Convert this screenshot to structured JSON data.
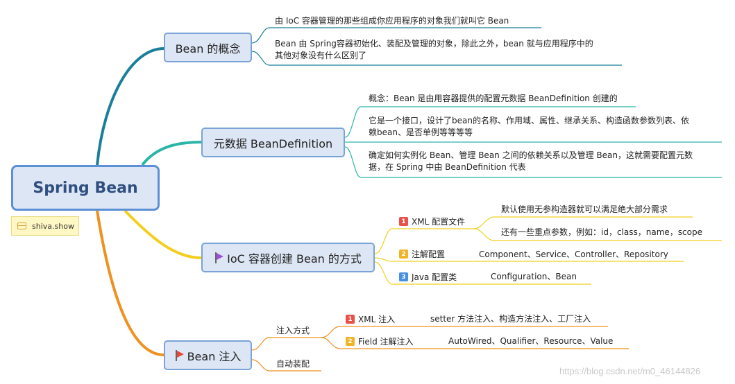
{
  "root": {
    "title": "Spring Bean"
  },
  "sticker": {
    "icon": "label-icon",
    "text": "shiva.show"
  },
  "branches": {
    "concept": {
      "title": "Bean 的概念",
      "items": [
        "由 IoC 容器管理的那些组成你应用程序的对象我们就叫它 Bean",
        "Bean 由 Spring容器初始化、装配及管理的对象，除此之外，bean 就与应用程序中的",
        "其他对象没有什么区别了"
      ]
    },
    "metadata": {
      "title": "元数据 BeanDefinition",
      "items": [
        "概念：Bean 是由用容器提供的配置元数据 BeanDefinition 创建的",
        "它是一个接口，设计了bean的名称、作用域、属性、继承关系、构造函数参数列表、依",
        "赖bean、是否单例等等等等",
        "确定如何实例化 Bean、管理 Bean 之间的依赖关系以及管理 Bean，这就需要配置元数",
        "据，在 Spring 中由 BeanDefinition 代表"
      ]
    },
    "creation": {
      "title": "IoC 容器创建 Bean 的方式",
      "flag": "purple-flag-icon",
      "subs": [
        {
          "badge": "1",
          "label": "XML 配置文件",
          "leaves": [
            "默认使用无参构造器就可以满足绝大部分需求",
            "还有一些重点参数，例如：id，class，name，scope"
          ]
        },
        {
          "badge": "2",
          "label": "注解配置",
          "leaves": [
            "Component、Service、Controller、Repository"
          ]
        },
        {
          "badge": "3",
          "label": "Java 配置类",
          "leaves": [
            "Configuration、Bean"
          ]
        }
      ]
    },
    "injection": {
      "title": "Bean 注入",
      "flag": "red-flag-icon",
      "subs": [
        {
          "label": "注入方式"
        },
        {
          "label": "自动装配"
        }
      ],
      "methods": [
        {
          "badge": "1",
          "label": "XML 注入",
          "leaf": "setter 方法注入、构造方法注入、工厂注入"
        },
        {
          "badge": "2",
          "label": "Field 注解注入",
          "leaf": "AutoWired、Qualifier、Resource、Value"
        }
      ]
    }
  },
  "colors": {
    "branch_concept": "#1b7f9a",
    "branch_metadata": "#2bb5a6",
    "branch_creation": "#f2cf1f",
    "branch_injection": "#f0901e",
    "root_border": "#5b8fd6"
  },
  "watermark": "https://blog.csdn.net/m0_46144826"
}
